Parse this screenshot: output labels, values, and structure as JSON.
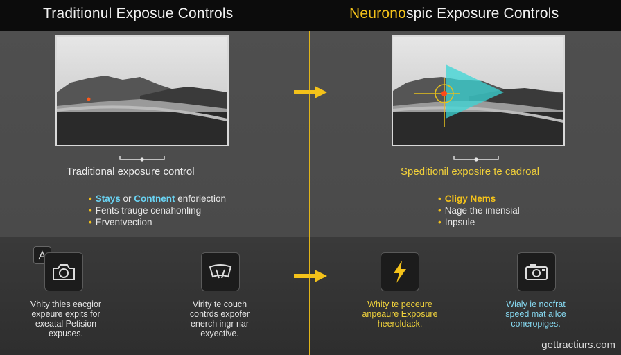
{
  "header": {
    "left_title": "Traditionul Exposue Controls",
    "right_title_highlight": "Neurono",
    "right_title_rest": "spic Exposure Controls"
  },
  "left_panel": {
    "caption": "Traditional exposure control",
    "bullets": [
      {
        "lead": "Stays",
        "mid": " or ",
        "accent": "Contnent",
        "rest": " enforiection"
      },
      {
        "lead": "",
        "mid": "",
        "accent": "",
        "rest": "Fents trauge cenahonling"
      },
      {
        "lead": "",
        "mid": "",
        "accent": "",
        "rest": "Erventvection"
      }
    ]
  },
  "right_panel": {
    "caption": "Speditionil exposire te cadroal",
    "bullets": [
      {
        "accent": "Cligy Nems",
        "rest": ""
      },
      {
        "accent": "",
        "rest": "Nage the imensial"
      },
      {
        "accent": "",
        "rest": "Inpsule"
      }
    ]
  },
  "features": [
    {
      "text": "Vhity thies eacgior\nexpeure expits for\nexeatal Petision\nexpuses.",
      "color": "white",
      "icon": "camera-icon"
    },
    {
      "text": "Virity te couch\ncontrds expofer\nenerch ingr riar\nexyective.",
      "color": "white",
      "icon": "steering-wheel-icon"
    },
    {
      "text": "Whity te peceure\nanpeaure Exposure\nheeroldack.",
      "color": "yellow",
      "icon": "lightning-icon"
    },
    {
      "text": "Wialy ie nocfrat\nspeed mat ailce\nconeropiges.",
      "color": "cyan",
      "icon": "camera-icon"
    }
  ],
  "watermark": "gettractiurs.com",
  "colors": {
    "accent": "#f4c21a",
    "cyan": "#3ad6d6",
    "background": "#4a4a4a",
    "header": "#0c0c0c"
  }
}
